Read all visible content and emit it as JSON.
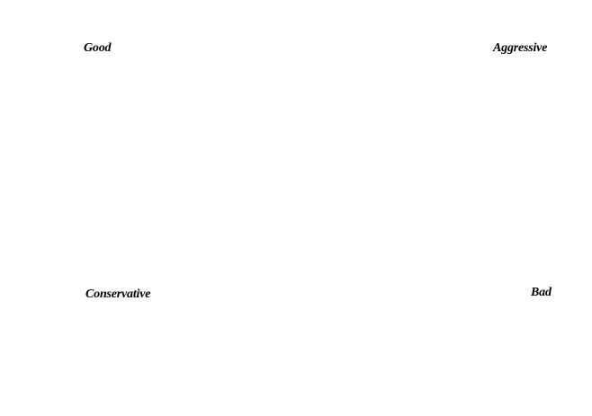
{
  "quadrants": {
    "top_left": "Good",
    "top_right": "Aggressive",
    "bottom_left": "Conservative",
    "bottom_right": "Bad"
  },
  "colors": {
    "background": "#ffffff",
    "text": "#000000"
  }
}
